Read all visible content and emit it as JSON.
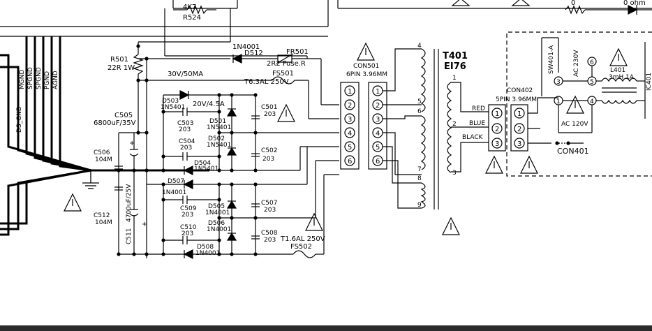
{
  "labels": {
    "r524": "R524",
    "r524_val": "4K7",
    "r501": "R501",
    "r501_val": "22R 1W",
    "d512_type": "1N4001",
    "d512": "D512",
    "fr501": "FR501",
    "fr501_val": "2R2 Fuse.R",
    "v30": "30V/50MA",
    "fs501": "FS501",
    "fs501_val": "T6.3AL 250V",
    "d503": "D503",
    "d503_type": "1N5401",
    "v20": "20V/4.5A",
    "c503": "C503",
    "c503_val": "203",
    "d501": "D501",
    "d501_type": "1N5401",
    "c501": "C501",
    "c501_val": "203",
    "c504": "C504",
    "c504_val": "203",
    "d502": "D502",
    "d502_type": "1N5401",
    "c502": "C502",
    "c502_val": "203",
    "d504": "D504",
    "d504_type": "1N5401",
    "d507": "D507",
    "d507_type": "1N4001",
    "c509": "C509",
    "c509_val": "203",
    "d505": "D505",
    "d505_type": "1N4001",
    "c507": "C507",
    "c507_val": "203",
    "c510": "C510",
    "c510_val": "203",
    "d506": "D506",
    "d506_type": "1N4001",
    "c508": "C508",
    "c508_val": "203",
    "d508": "D508",
    "d508_type": "1N4001",
    "fs502_val": "T1.6AL 250V",
    "fs502": "FS502",
    "c505": "C505",
    "c505_val": "6800uF/35V",
    "c506": "C506",
    "c506_val": "104M",
    "c512": "C512",
    "c512_val": "104M",
    "c511_val": "4700uF/25V",
    "c511": "C511",
    "ds_gnd": "DS_GND",
    "mgnd": "MGND",
    "spgnd1": "SPGND",
    "spgnd2": "SPGND",
    "pgnd": "PGND",
    "agnd": "AGND",
    "con501": "CON501",
    "con501_spec": "6PIN 3.96MM",
    "t401": "T401",
    "t401_core": "EI76",
    "con402": "CON402",
    "con402_spec": "5PIN 3.96MM",
    "red": "RED",
    "blue": "BLUE",
    "black": "BLACK",
    "con401": "CON401",
    "sw401": "SW401-A",
    "ac230": "AC 230V",
    "ac120": "AC 120V",
    "l401": "L401",
    "l401_val": "3mH 1A",
    "ic401": "IC401",
    "zero": "0",
    "ohm": "0 ohm"
  },
  "pins": {
    "p1": "1",
    "p2": "2",
    "p3": "3",
    "p4": "4",
    "p5": "5",
    "p6": "6",
    "p7": "7",
    "p8": "8",
    "p9": "9"
  }
}
